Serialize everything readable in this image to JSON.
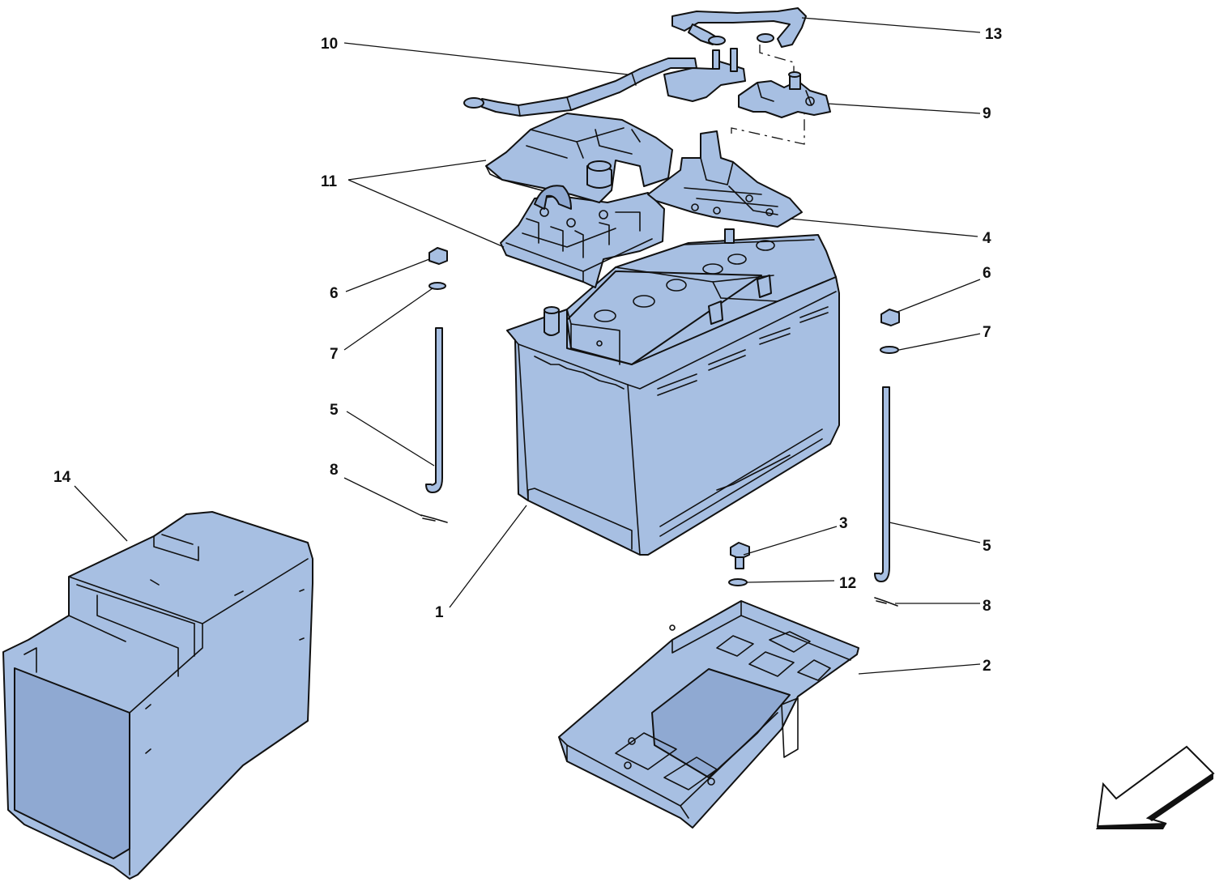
{
  "callouts": [
    {
      "id": "c1",
      "label": "1"
    },
    {
      "id": "c2",
      "label": "2"
    },
    {
      "id": "c3",
      "label": "3"
    },
    {
      "id": "c4",
      "label": "4"
    },
    {
      "id": "c5a",
      "label": "5"
    },
    {
      "id": "c5b",
      "label": "5"
    },
    {
      "id": "c6a",
      "label": "6"
    },
    {
      "id": "c6b",
      "label": "6"
    },
    {
      "id": "c7a",
      "label": "7"
    },
    {
      "id": "c7b",
      "label": "7"
    },
    {
      "id": "c8a",
      "label": "8"
    },
    {
      "id": "c8b",
      "label": "8"
    },
    {
      "id": "c9",
      "label": "9"
    },
    {
      "id": "c10",
      "label": "10"
    },
    {
      "id": "c11",
      "label": "11"
    },
    {
      "id": "c12",
      "label": "12"
    },
    {
      "id": "c13",
      "label": "13"
    },
    {
      "id": "c14",
      "label": "14"
    }
  ],
  "colors": {
    "part_fill": "#a7bfe2",
    "outline": "#111111",
    "background": "#ffffff"
  },
  "icons": {
    "orientation_arrow": "arrow-down-left-icon"
  }
}
